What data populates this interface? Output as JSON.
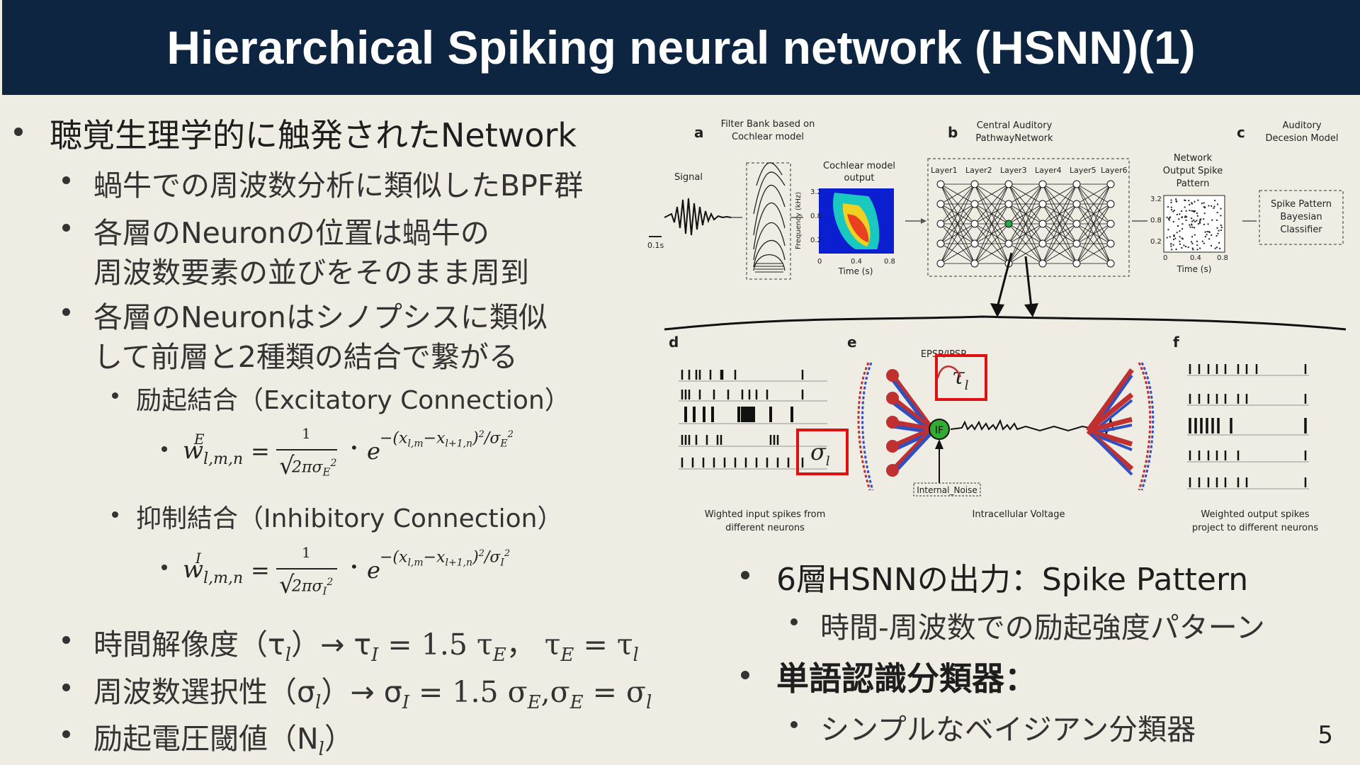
{
  "title": "Hierarchical Spiking neural network (HSNN)(1)",
  "left": {
    "b1": "聴覚生理学的に触発されたNetwork",
    "b1_1": "蝸牛での周波数分析に類似したBPF群",
    "b1_2a": "各層のNeuronの位置は蝸牛の",
    "b1_2b": "周波数要素の並びをそのまま周到",
    "b1_3a": "各層のNeuronはシノプシスに類似",
    "b1_3b": "して前層と2種類の結合で繋がる",
    "exc": "励起結合（Excitatory Connection）",
    "inh": "抑制結合（Inhibitory Connection）",
    "b2": "時間解像度（τ",
    "b2_rest": "）→ τ",
    "b3": "周波数選択性（σ",
    "b3_rest": "）→ σ",
    "b4": "励起電圧閾値（N",
    "b4_rest": "）"
  },
  "right": {
    "b1": "6層HSNNの出力：Spike Pattern",
    "b1_1": "時間-周波数での励起強度パターン",
    "b2": "単語認識分類器：",
    "b2_1": "シンプルなベイジアン分類器"
  },
  "figure": {
    "a_label": "a",
    "a_title1": "Filter Bank based on",
    "a_title2": "Cochlear model",
    "b_label": "b",
    "b_title1": "Central Auditory",
    "b_title2": "PathwayNetwork",
    "c_label": "c",
    "c_title1": "Auditory",
    "c_title2": "Decesion Model",
    "signal": "Signal",
    "scale": "0.1s",
    "coch1": "Cochlear model",
    "coch2": "output",
    "freq_axis": "Frequency (kHz)",
    "time_axis": "Time (s)",
    "layers": [
      "Layer1",
      "Layer2",
      "Layer3",
      "Layer4",
      "Layer5",
      "Layer6"
    ],
    "net1": "Network",
    "net2": "Output Spike",
    "net3": "Pattern",
    "cls1": "Spike Pattern",
    "cls2": "Bayesian",
    "cls3": "Classifier",
    "d_label": "d",
    "e_label": "e",
    "f_label": "f",
    "epsp": "EPSP/IPSP",
    "if": "IF",
    "noise": "Internal_Noise",
    "d_cap1": "Wighted input spikes from",
    "d_cap2": "different neurons",
    "e_cap": "Intracellular Voltage",
    "f_cap1": "Weighted output spikes",
    "f_cap2": "project to different neurons",
    "tau": "τ",
    "sigma": "σ",
    "ticks_y": [
      "3.2",
      "0.8",
      "0.2"
    ],
    "ticks_x": [
      "0",
      "0.4",
      "0.8"
    ]
  },
  "page_number": "5"
}
